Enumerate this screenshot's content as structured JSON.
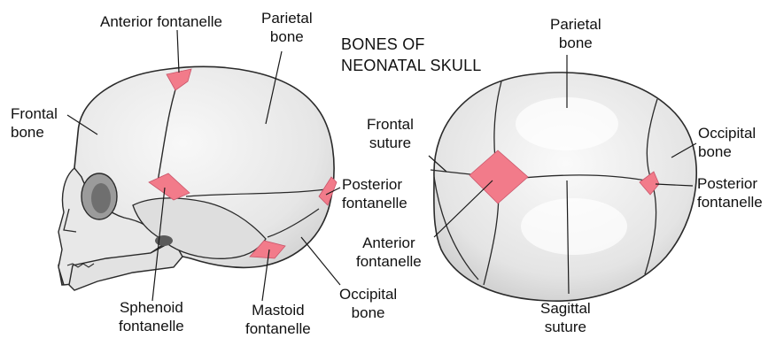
{
  "title": {
    "line1": "BONES OF",
    "line2": "NEONATAL SKULL"
  },
  "lateral_view": {
    "anterior_fontanelle": "Anterior fontanelle",
    "parietal_bone": {
      "line1": "Parietal",
      "line2": "bone"
    },
    "frontal_bone": {
      "line1": "Frontal",
      "line2": "bone"
    },
    "posterior_fontanelle": {
      "line1": "Posterior",
      "line2": "fontanelle"
    },
    "sphenoid_fontanelle": {
      "line1": "Sphenoid",
      "line2": "fontanelle"
    },
    "mastoid_fontanelle": {
      "line1": "Mastoid",
      "line2": "fontanelle"
    },
    "occipital_bone": {
      "line1": "Occipital",
      "line2": "bone"
    }
  },
  "superior_view": {
    "parietal_bone": {
      "line1": "Parietal",
      "line2": "bone"
    },
    "frontal_suture": {
      "line1": "Frontal",
      "line2": "suture"
    },
    "occipital_bone": {
      "line1": "Occipital",
      "line2": "bone"
    },
    "posterior_fontanelle": {
      "line1": "Posterior",
      "line2": "fontanelle"
    },
    "anterior_fontanelle": {
      "line1": "Anterior",
      "line2": "fontanelle"
    },
    "sagittal_suture": {
      "line1": "Sagittal",
      "line2": "suture"
    }
  },
  "colors": {
    "bone_fill": "#ececec",
    "bone_shade": "#d4d4d4",
    "bone_outline": "#2a2a2a",
    "fontanelle": "#f27b8a"
  }
}
